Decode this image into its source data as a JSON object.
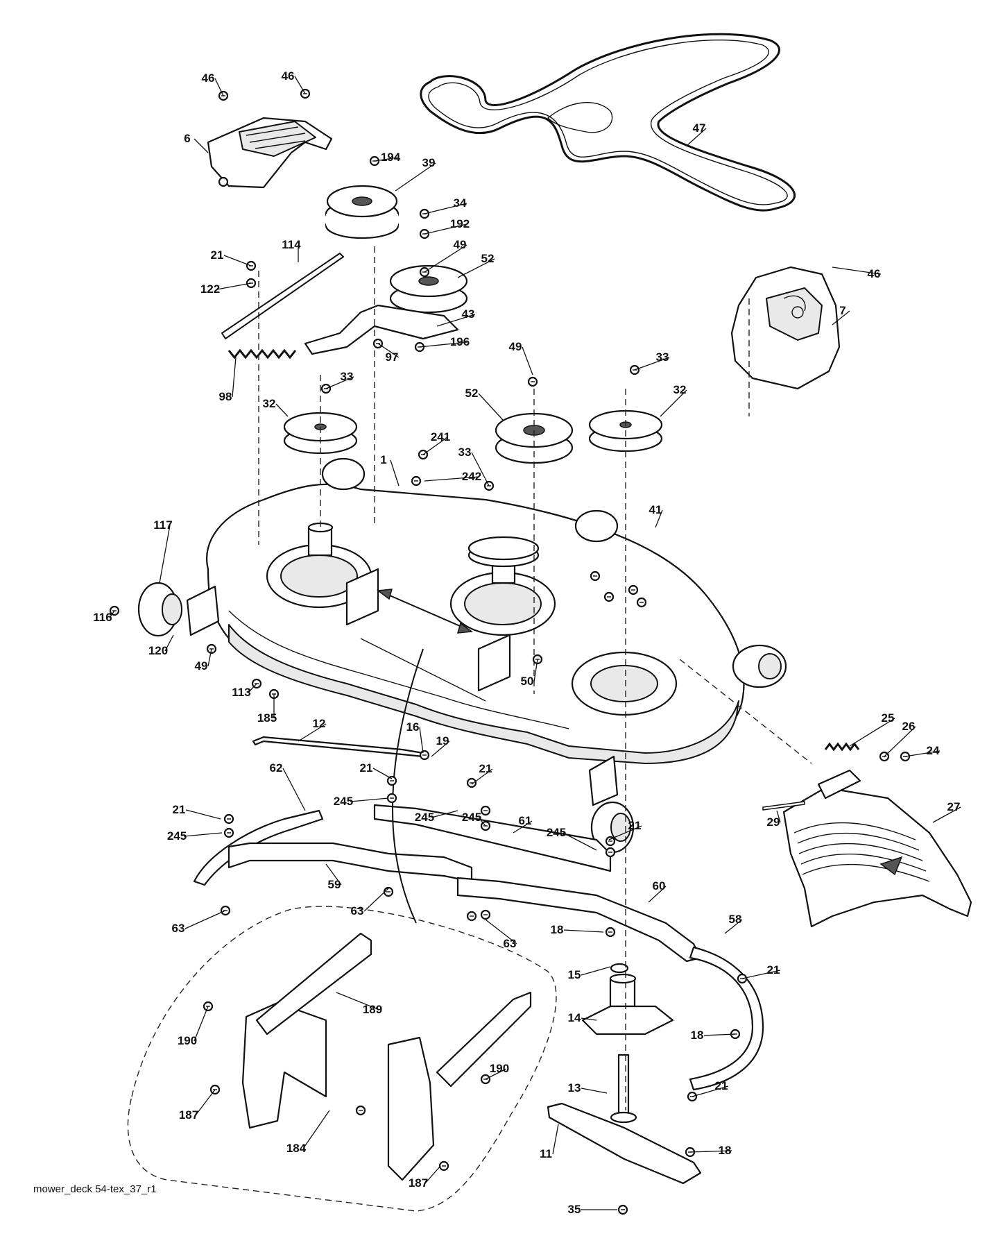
{
  "caption": "mower_deck 54-tex_37_r1",
  "labels": [
    {
      "id": "46a",
      "text": "46"
    },
    {
      "id": "46b",
      "text": "46"
    },
    {
      "id": "6",
      "text": "6"
    },
    {
      "id": "194",
      "text": "194"
    },
    {
      "id": "39",
      "text": "39"
    },
    {
      "id": "34",
      "text": "34"
    },
    {
      "id": "192",
      "text": "192"
    },
    {
      "id": "49a",
      "text": "49"
    },
    {
      "id": "52a",
      "text": "52"
    },
    {
      "id": "21a",
      "text": "21"
    },
    {
      "id": "114",
      "text": "114"
    },
    {
      "id": "122",
      "text": "122"
    },
    {
      "id": "43",
      "text": "43"
    },
    {
      "id": "196",
      "text": "196"
    },
    {
      "id": "97",
      "text": "97"
    },
    {
      "id": "98",
      "text": "98"
    },
    {
      "id": "33a",
      "text": "33"
    },
    {
      "id": "32a",
      "text": "32"
    },
    {
      "id": "47",
      "text": "47"
    },
    {
      "id": "46c",
      "text": "46"
    },
    {
      "id": "7",
      "text": "7"
    },
    {
      "id": "49b",
      "text": "49"
    },
    {
      "id": "33b",
      "text": "33"
    },
    {
      "id": "52b",
      "text": "52"
    },
    {
      "id": "32b",
      "text": "32"
    },
    {
      "id": "241",
      "text": "241"
    },
    {
      "id": "33c",
      "text": "33"
    },
    {
      "id": "242",
      "text": "242"
    },
    {
      "id": "1",
      "text": "1"
    },
    {
      "id": "117",
      "text": "117"
    },
    {
      "id": "41",
      "text": "41"
    },
    {
      "id": "116",
      "text": "116"
    },
    {
      "id": "120",
      "text": "120"
    },
    {
      "id": "49c",
      "text": "49"
    },
    {
      "id": "113",
      "text": "113"
    },
    {
      "id": "185",
      "text": "185"
    },
    {
      "id": "50",
      "text": "50"
    },
    {
      "id": "12",
      "text": "12"
    },
    {
      "id": "16",
      "text": "16"
    },
    {
      "id": "19",
      "text": "19"
    },
    {
      "id": "25",
      "text": "25"
    },
    {
      "id": "26",
      "text": "26"
    },
    {
      "id": "24",
      "text": "24"
    },
    {
      "id": "62",
      "text": "62"
    },
    {
      "id": "21b",
      "text": "21"
    },
    {
      "id": "245a",
      "text": "245"
    },
    {
      "id": "21c",
      "text": "21"
    },
    {
      "id": "21d",
      "text": "21"
    },
    {
      "id": "245b",
      "text": "245"
    },
    {
      "id": "245c",
      "text": "245"
    },
    {
      "id": "245d",
      "text": "245"
    },
    {
      "id": "61",
      "text": "61"
    },
    {
      "id": "21e",
      "text": "21"
    },
    {
      "id": "245e",
      "text": "245"
    },
    {
      "id": "29",
      "text": "29"
    },
    {
      "id": "27",
      "text": "27"
    },
    {
      "id": "59",
      "text": "59"
    },
    {
      "id": "63a",
      "text": "63"
    },
    {
      "id": "63b",
      "text": "63"
    },
    {
      "id": "63c",
      "text": "63"
    },
    {
      "id": "60",
      "text": "60"
    },
    {
      "id": "18a",
      "text": "18"
    },
    {
      "id": "58",
      "text": "58"
    },
    {
      "id": "15",
      "text": "15"
    },
    {
      "id": "21f",
      "text": "21"
    },
    {
      "id": "189",
      "text": "189"
    },
    {
      "id": "190a",
      "text": "190"
    },
    {
      "id": "14",
      "text": "14"
    },
    {
      "id": "18b",
      "text": "18"
    },
    {
      "id": "187a",
      "text": "187"
    },
    {
      "id": "190b",
      "text": "190"
    },
    {
      "id": "13",
      "text": "13"
    },
    {
      "id": "21g",
      "text": "21"
    },
    {
      "id": "184",
      "text": "184"
    },
    {
      "id": "11",
      "text": "11"
    },
    {
      "id": "18c",
      "text": "18"
    },
    {
      "id": "187b",
      "text": "187"
    },
    {
      "id": "35",
      "text": "35"
    }
  ]
}
